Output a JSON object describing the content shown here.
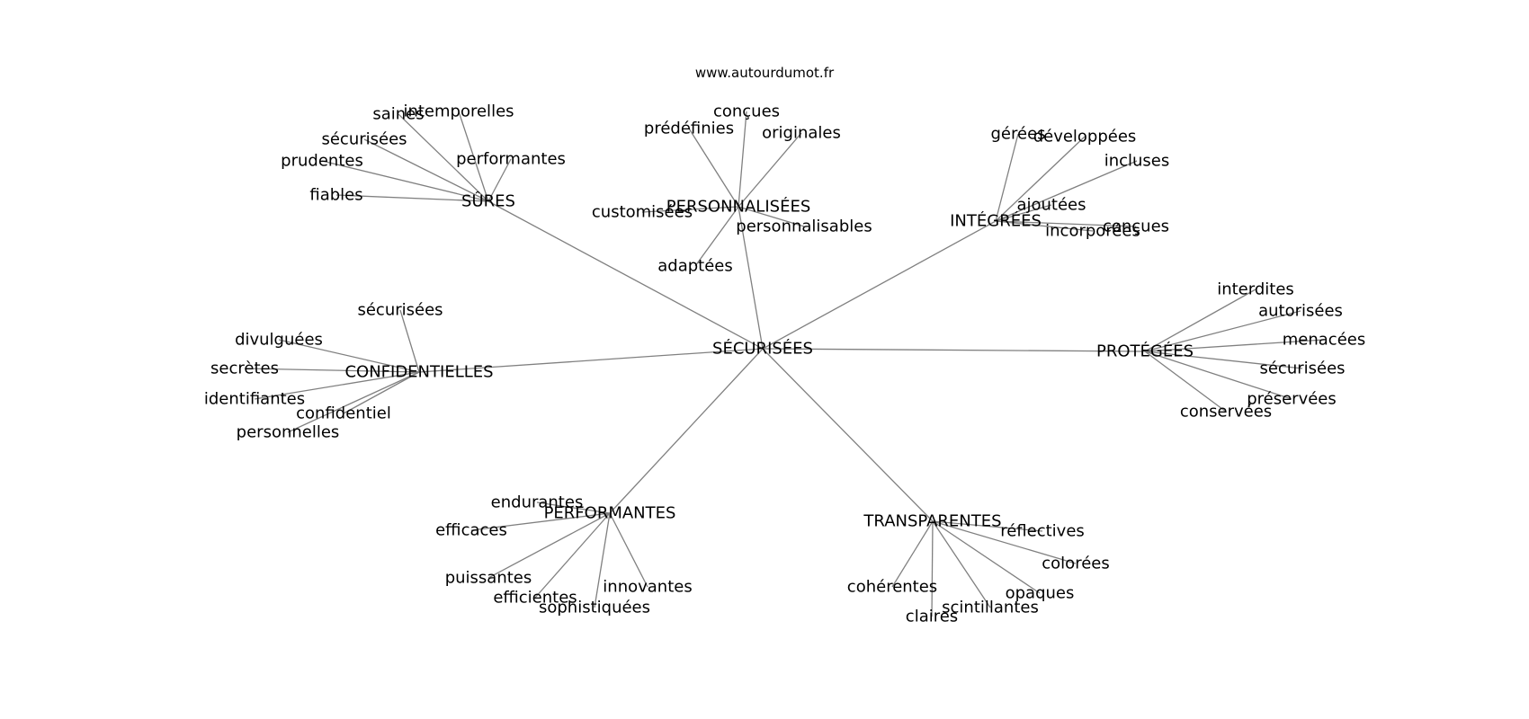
{
  "source": "www.autourdumot.fr",
  "graph": {
    "center": "SÉCURISÉES",
    "groups": [
      {
        "label": "SÛRES",
        "words": [
          "saines",
          "intemporelles",
          "sécurisées",
          "performantes",
          "prudentes",
          "fiables"
        ]
      },
      {
        "label": "PERSONNALISÉES",
        "words": [
          "conçues",
          "prédéfinies",
          "originales",
          "customisées",
          "personnalisables",
          "adaptées"
        ]
      },
      {
        "label": "INTÉGRÉES",
        "words": [
          "gérées",
          "développées",
          "incluses",
          "ajoutées",
          "incorporées",
          "conçues"
        ]
      },
      {
        "label": "CONFIDENTIELLES",
        "words": [
          "sécurisées",
          "divulguées",
          "secrètes",
          "identifiantes",
          "confidentiel",
          "personnelles"
        ]
      },
      {
        "label": "PROTÉGÉES",
        "words": [
          "interdites",
          "autorisées",
          "menacées",
          "sécurisées",
          "préservées",
          "conservées"
        ]
      },
      {
        "label": "PERFORMANTES",
        "words": [
          "endurantes",
          "efficaces",
          "puissantes",
          "efficientes",
          "sophistiquées",
          "innovantes"
        ]
      },
      {
        "label": "TRANSPARENTES",
        "words": [
          "réflectives",
          "colorées",
          "cohérentes",
          "opaques",
          "scintillantes",
          "claires"
        ]
      }
    ]
  }
}
